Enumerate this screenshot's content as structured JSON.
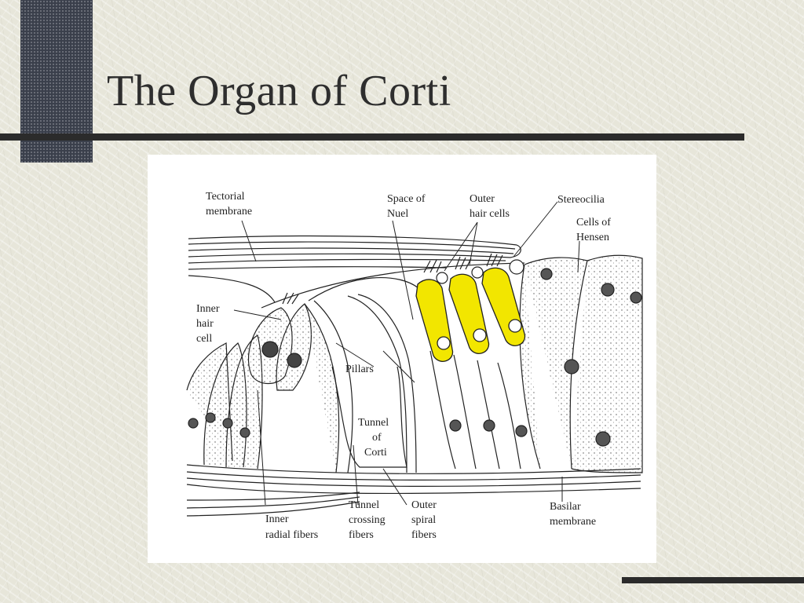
{
  "slide": {
    "title": "The Organ of Corti"
  },
  "diagram": {
    "labels": {
      "tectorial": [
        "Tectorial",
        "membrane"
      ],
      "space_nuel": [
        "Space of",
        "Nuel"
      ],
      "outer_hair": [
        "Outer",
        "hair cells"
      ],
      "stereocilia": [
        "Stereocilia"
      ],
      "hensen": [
        "Cells of",
        "Hensen"
      ],
      "inner_hair": [
        "Inner",
        "hair",
        "cell"
      ],
      "pillars": [
        "Pillars"
      ],
      "tunnel": [
        "Tunnel",
        "of",
        "Corti"
      ],
      "inner_radial": [
        "Inner",
        "radial fibers"
      ],
      "tunnel_crossing": [
        "Tunnel",
        "crossing",
        "fibers"
      ],
      "outer_spiral": [
        "Outer",
        "spiral",
        "fibers"
      ],
      "basilar": [
        "Basilar",
        "membrane"
      ]
    },
    "colors": {
      "outer_hair_cells": "#f2e600",
      "line": "#222222"
    }
  }
}
